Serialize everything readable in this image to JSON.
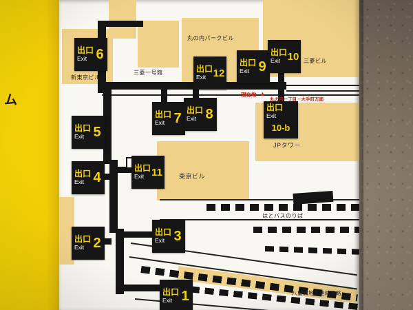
{
  "side_panel": {
    "partial_text": "ム"
  },
  "exits": {
    "e1": {
      "kanji": "出口",
      "latin": "Exit",
      "number": "1"
    },
    "e2": {
      "kanji": "出口",
      "latin": "Exit",
      "number": "2"
    },
    "e3": {
      "kanji": "出口",
      "latin": "Exit",
      "number": "3"
    },
    "e4": {
      "kanji": "出口",
      "latin": "Exit",
      "number": "4"
    },
    "e5": {
      "kanji": "出口",
      "latin": "Exit",
      "number": "5"
    },
    "e6": {
      "kanji": "出口",
      "latin": "Exit",
      "number": "6"
    },
    "e7": {
      "kanji": "出口",
      "latin": "Exit",
      "number": "7"
    },
    "e8": {
      "kanji": "出口",
      "latin": "Exit",
      "number": "8"
    },
    "e9": {
      "kanji": "出口",
      "latin": "Exit",
      "number": "9"
    },
    "e10": {
      "kanji": "出口",
      "latin": "Exit",
      "number": "10"
    },
    "e10b": {
      "kanji": "出口",
      "latin": "Exit",
      "number": "10-b"
    },
    "e11": {
      "kanji": "出口",
      "latin": "Exit",
      "number": "11"
    },
    "e12": {
      "kanji": "出口",
      "latin": "Exit",
      "number": "12"
    }
  },
  "buildings": {
    "shin_tokyo_building": "新東京ビル",
    "mitsubishi_ichigokan": "三菱一号館",
    "marunouchi_park_building": "丸の内パークビル",
    "mitsubishi_building": "三菱ビル",
    "jp_tower": "JPタワー",
    "tokyo_building": "東京ビル",
    "hato_bus_stop": "はとバスのりば",
    "yaesu_passage": "八重洲地下連絡通路"
  },
  "markers": {
    "current_location": "現在地",
    "triangle": "▲",
    "direction_sign": "丸の内一丁目・大手町方面"
  },
  "colors": {
    "panel_yellow": "#f2cd06",
    "building_tan": "#efd189",
    "exit_sign_black": "#161616",
    "exit_text_yellow": "#f4d110",
    "marker_red": "#d0281c",
    "map_white": "#f8f7f2",
    "wall_taupe": "#7b7062"
  }
}
